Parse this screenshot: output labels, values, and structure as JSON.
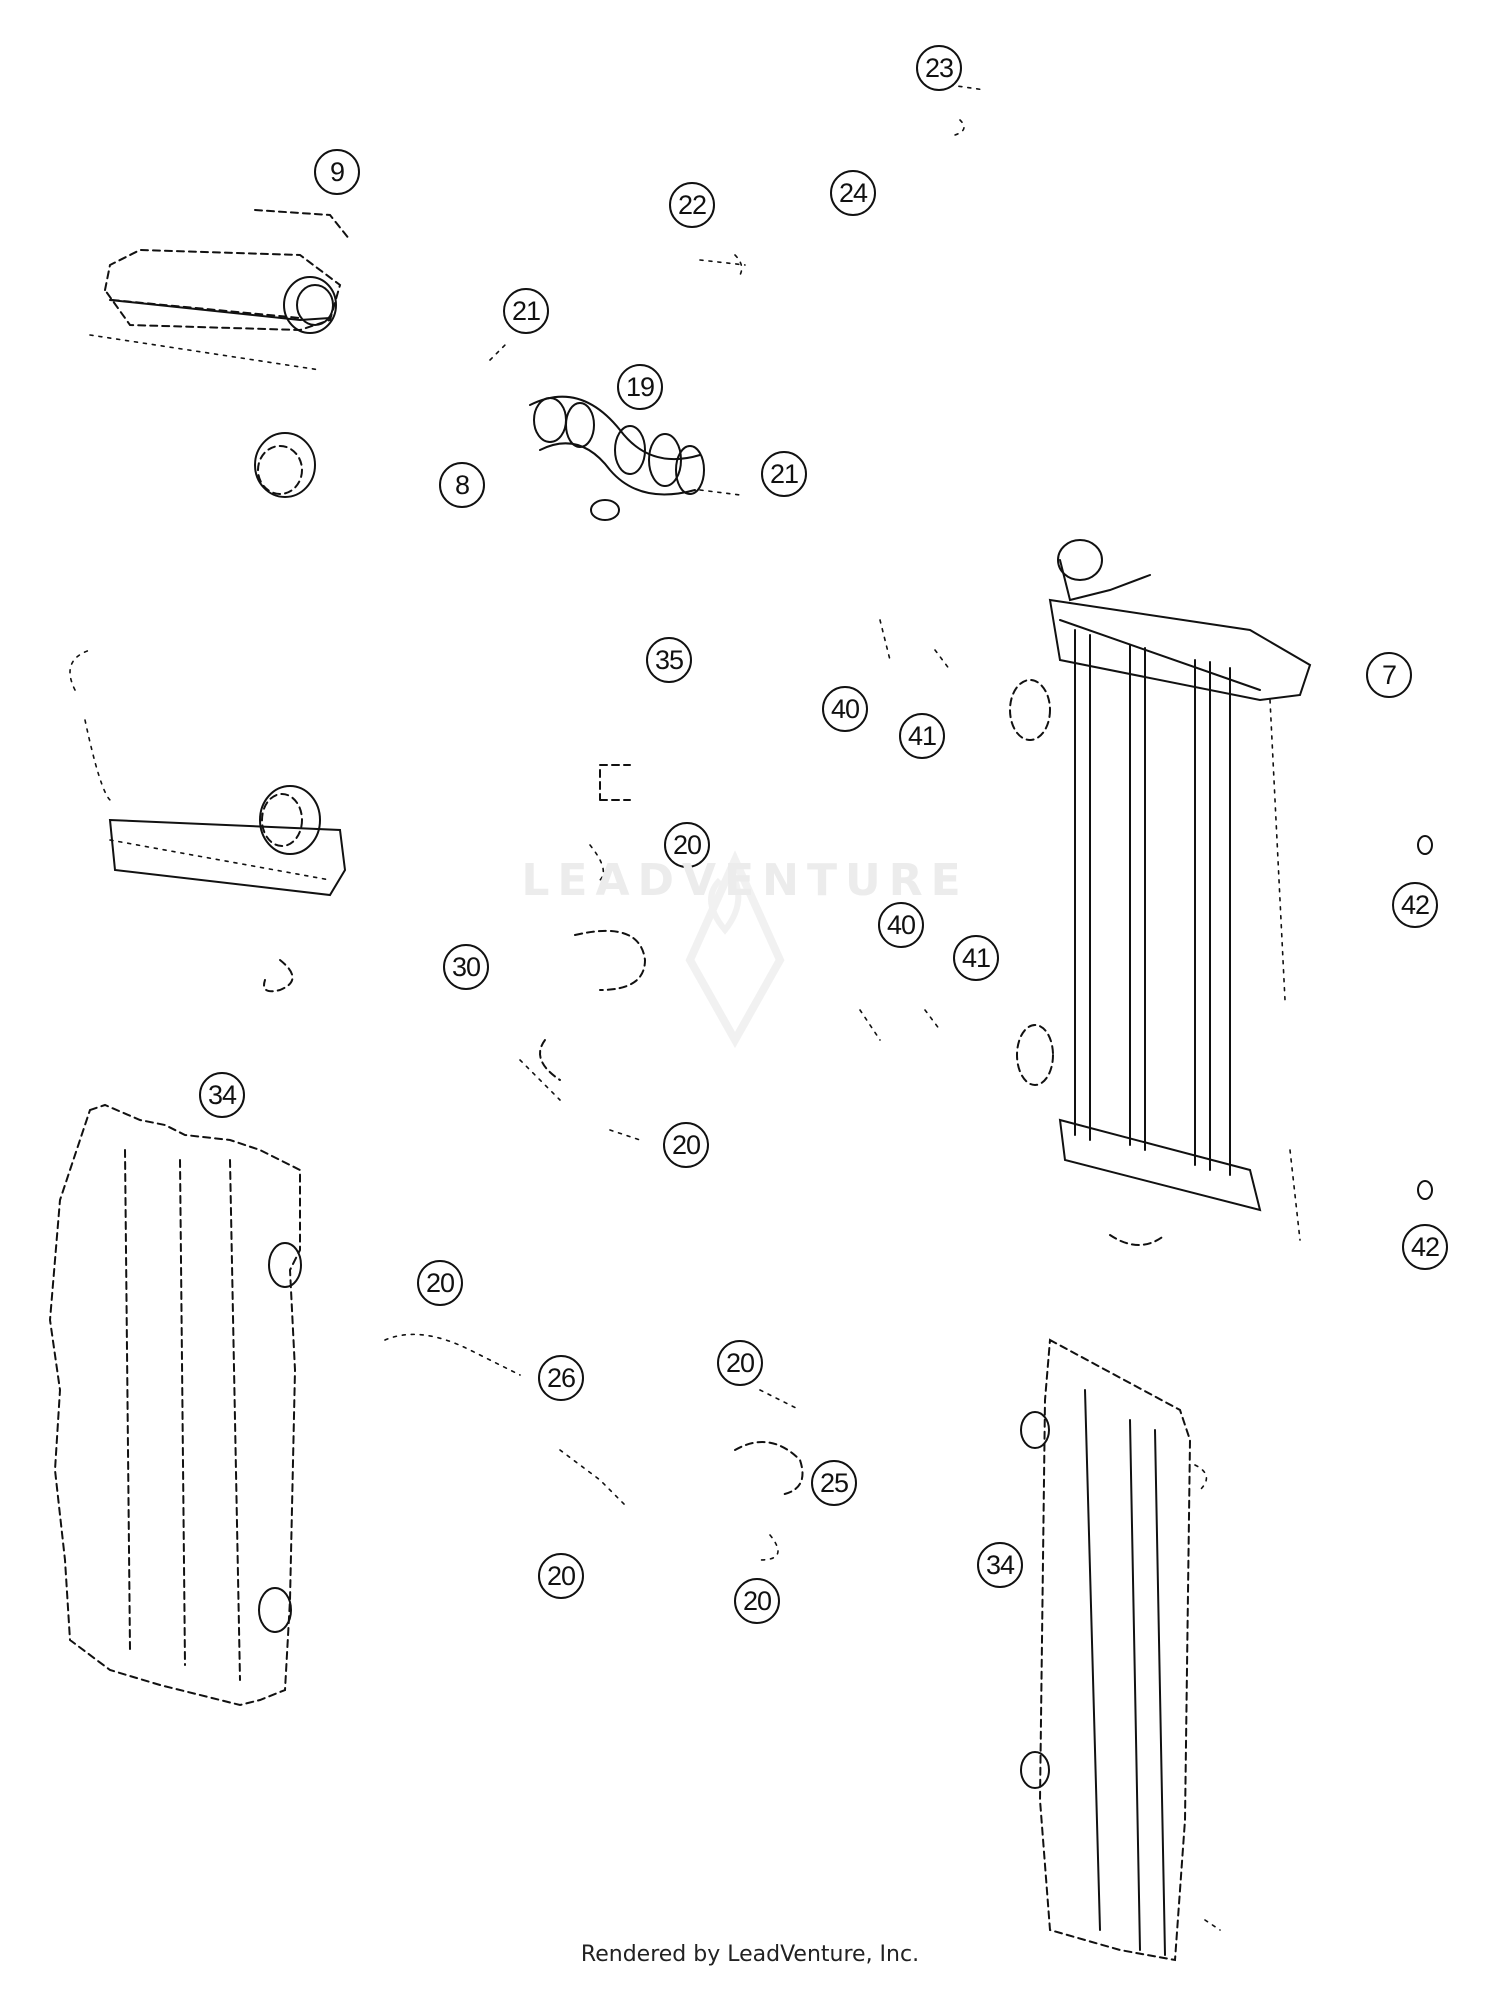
{
  "callouts": {
    "c9": "9",
    "c23": "23",
    "c22": "22",
    "c24": "24",
    "c21a": "21",
    "c19": "19",
    "c21b": "21",
    "c8": "8",
    "c35": "35",
    "c7": "7",
    "c40a": "40",
    "c41a": "41",
    "c20a": "20",
    "c42a": "42",
    "c40b": "40",
    "c41b": "41",
    "c30": "30",
    "c34a": "34",
    "c20b": "20",
    "c42b": "42",
    "c20c": "20",
    "c26": "26",
    "c20d": "20",
    "c25": "25",
    "c34b": "34",
    "c20e": "20",
    "c20f": "20"
  },
  "watermark": "LEADVENTURE",
  "footer": "Rendered by LeadVenture, Inc.",
  "colors": {
    "line": "#111111",
    "watermark": "#ececec",
    "background": "#ffffff"
  }
}
